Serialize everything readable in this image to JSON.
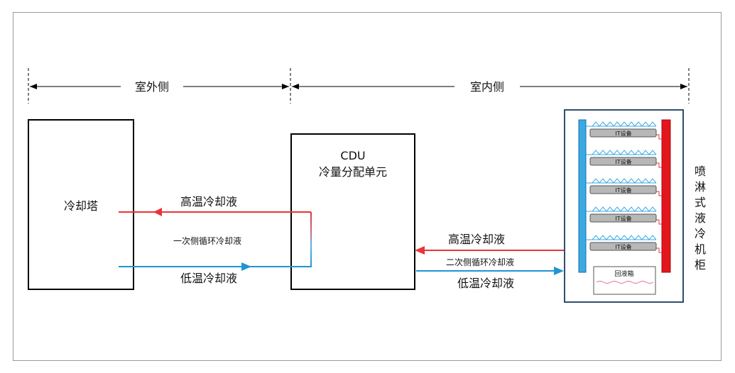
{
  "zones": {
    "outdoor": "室外侧",
    "indoor": "室内侧"
  },
  "cooling_tower": {
    "label": "冷却塔"
  },
  "cdu": {
    "title": "CDU",
    "subtitle": "冷量分配单元"
  },
  "primary_loop": {
    "hot_label": "高温冷却液",
    "loop_label": "一次侧循环冷却液",
    "cold_label": "低温冷却液"
  },
  "secondary_loop": {
    "hot_label": "高温冷却液",
    "loop_label": "二次侧循环冷却液",
    "cold_label": "低温冷却液"
  },
  "cabinet": {
    "name_chars": [
      "喷",
      "淋",
      "式",
      "液",
      "冷",
      "机",
      "柜"
    ],
    "it_devices": [
      "IT设备",
      "IT设备",
      "IT设备",
      "IT设备",
      "IT设备"
    ],
    "tank_label": "回液箱"
  },
  "colors": {
    "hot": "#e8343a",
    "cold": "#1f95d4",
    "cold_bar": "#3aa9e4",
    "hot_bar": "#e3161d",
    "cabinet_border": "#2f4f6d",
    "device_fill": "#b7b7b7",
    "spray": "#3aa9e4"
  }
}
